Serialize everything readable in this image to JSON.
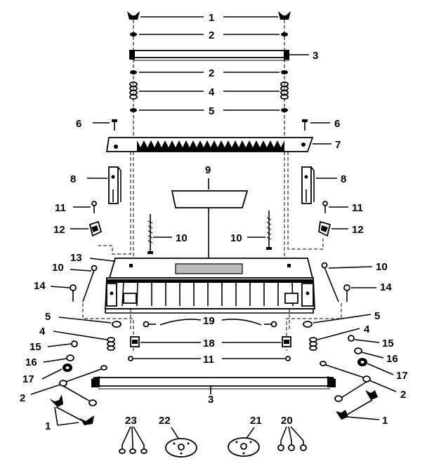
{
  "callouts": {
    "c1_top": "1",
    "c2_top": "2",
    "c3_top": "3",
    "c2_mid": "2",
    "c4_top": "4",
    "c5_top": "5",
    "c6_left": "6",
    "c6_right": "6",
    "c7": "7",
    "c8_left": "8",
    "c8_right": "8",
    "c9": "9",
    "c11_left": "11",
    "c11_right": "11",
    "c12_left": "12",
    "c12_right": "12",
    "c10_inner_left": "10",
    "c10_inner_right": "10",
    "c13": "13",
    "c10_outer_left": "10",
    "c10_outer_right": "10",
    "c14_left": "14",
    "c14_right": "14",
    "c5_left": "5",
    "c5_right": "5",
    "c19": "19",
    "c4_left": "4",
    "c4_right": "4",
    "c15_left": "15",
    "c15_right": "15",
    "c18": "18",
    "c16_left": "16",
    "c16_right": "16",
    "c11_bottom": "11",
    "c17_left": "17",
    "c17_right": "17",
    "c2_left": "2",
    "c2_right": "2",
    "c3_bottom": "3",
    "c1_left": "1",
    "c1_right": "1",
    "c23": "23",
    "c22": "22",
    "c21": "21",
    "c20": "20"
  }
}
